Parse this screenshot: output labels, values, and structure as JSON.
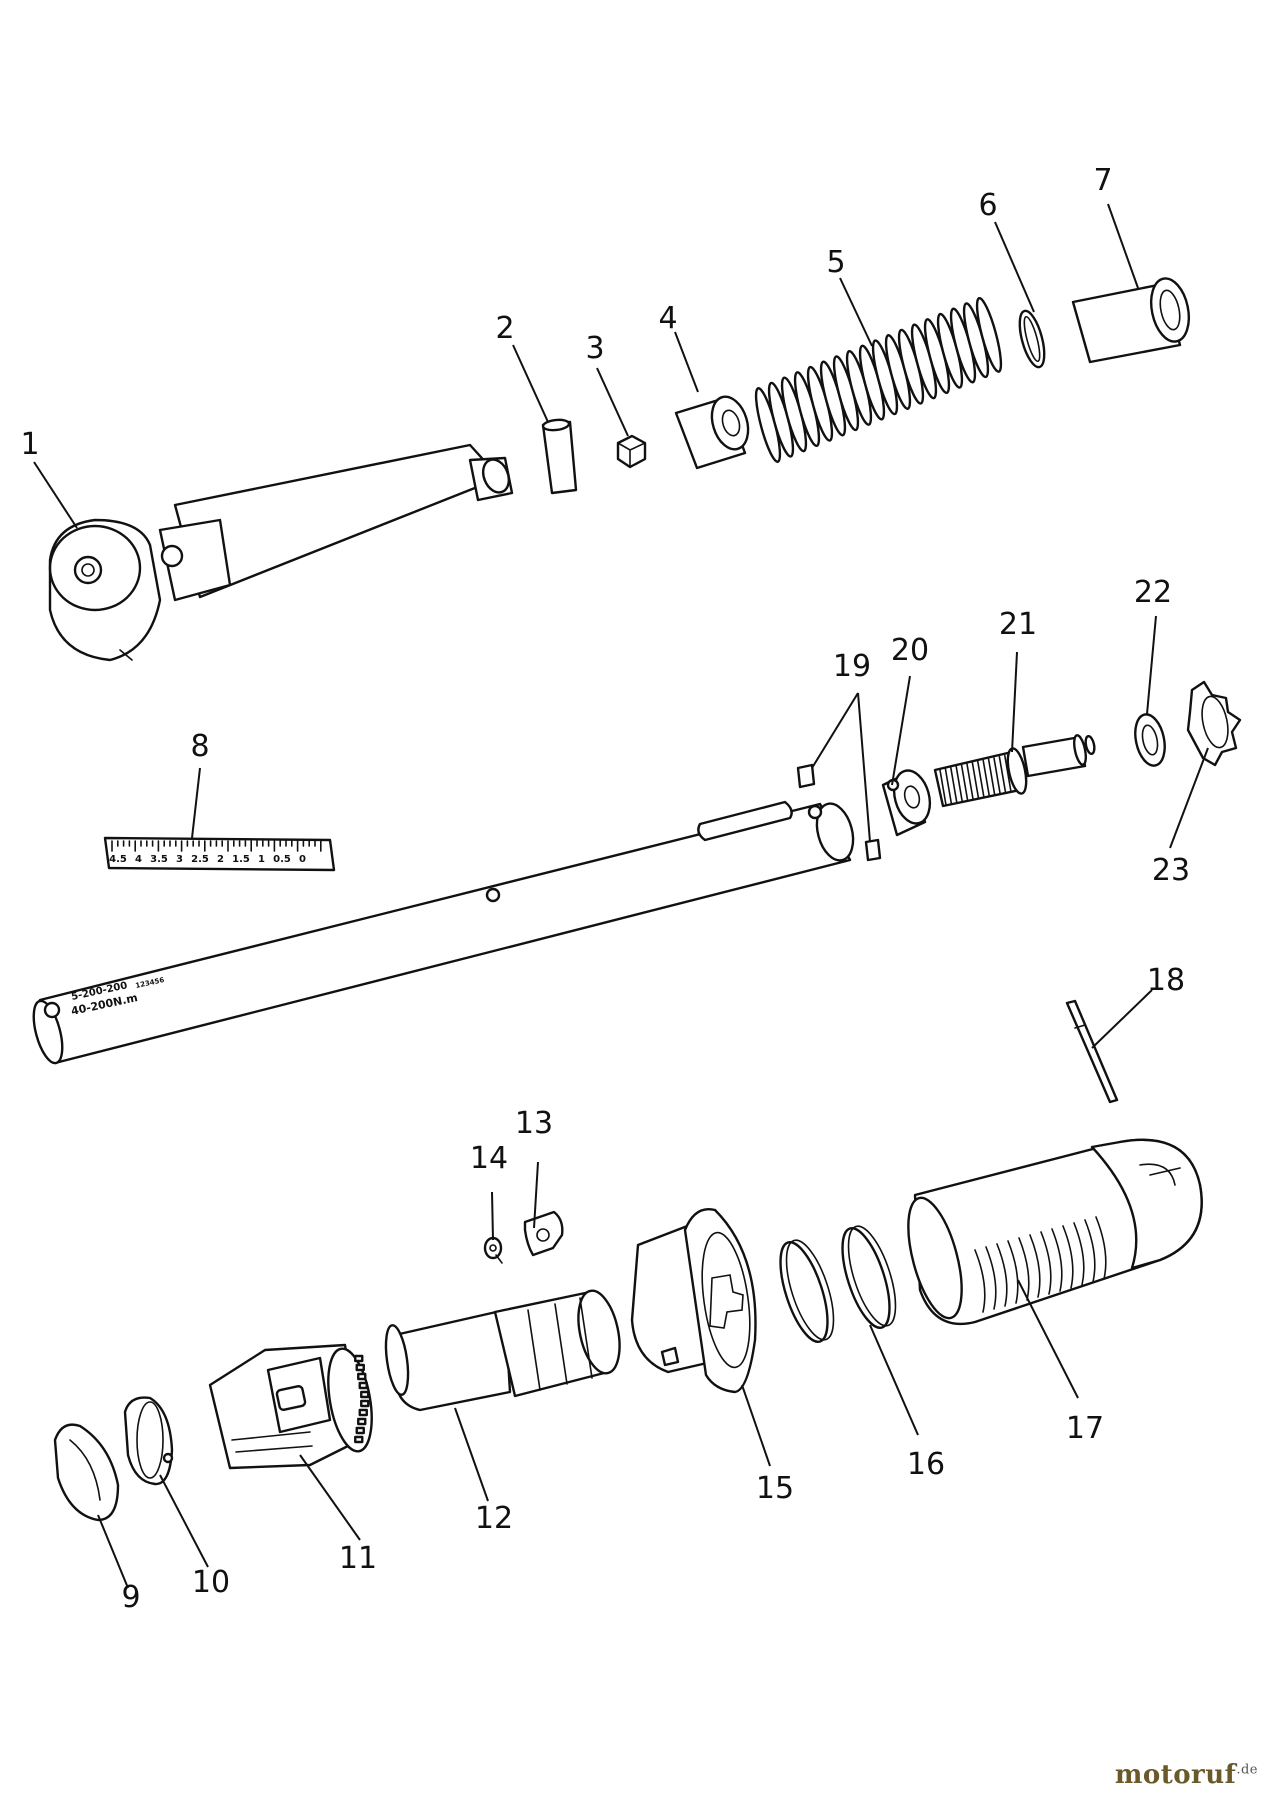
{
  "parts": [
    {
      "no": "1"
    },
    {
      "no": "2"
    },
    {
      "no": "3"
    },
    {
      "no": "4"
    },
    {
      "no": "5"
    },
    {
      "no": "6"
    },
    {
      "no": "7"
    },
    {
      "no": "8"
    },
    {
      "no": "9"
    },
    {
      "no": "10"
    },
    {
      "no": "11"
    },
    {
      "no": "12"
    },
    {
      "no": "13"
    },
    {
      "no": "14"
    },
    {
      "no": "15"
    },
    {
      "no": "16"
    },
    {
      "no": "17"
    },
    {
      "no": "18"
    },
    {
      "no": "19"
    },
    {
      "no": "20"
    },
    {
      "no": "21"
    },
    {
      "no": "22"
    },
    {
      "no": "23"
    }
  ],
  "scale_marks": [
    "4.5",
    "4",
    "3.5",
    "3",
    "2.5",
    "2",
    "1.5",
    "1",
    "0.5",
    "0"
  ],
  "tube_text": {
    "model": "5-200-200",
    "range": "40-200N.m",
    "serial": "123456"
  },
  "watermark": {
    "name": "motoruf",
    "tld": ".de"
  }
}
